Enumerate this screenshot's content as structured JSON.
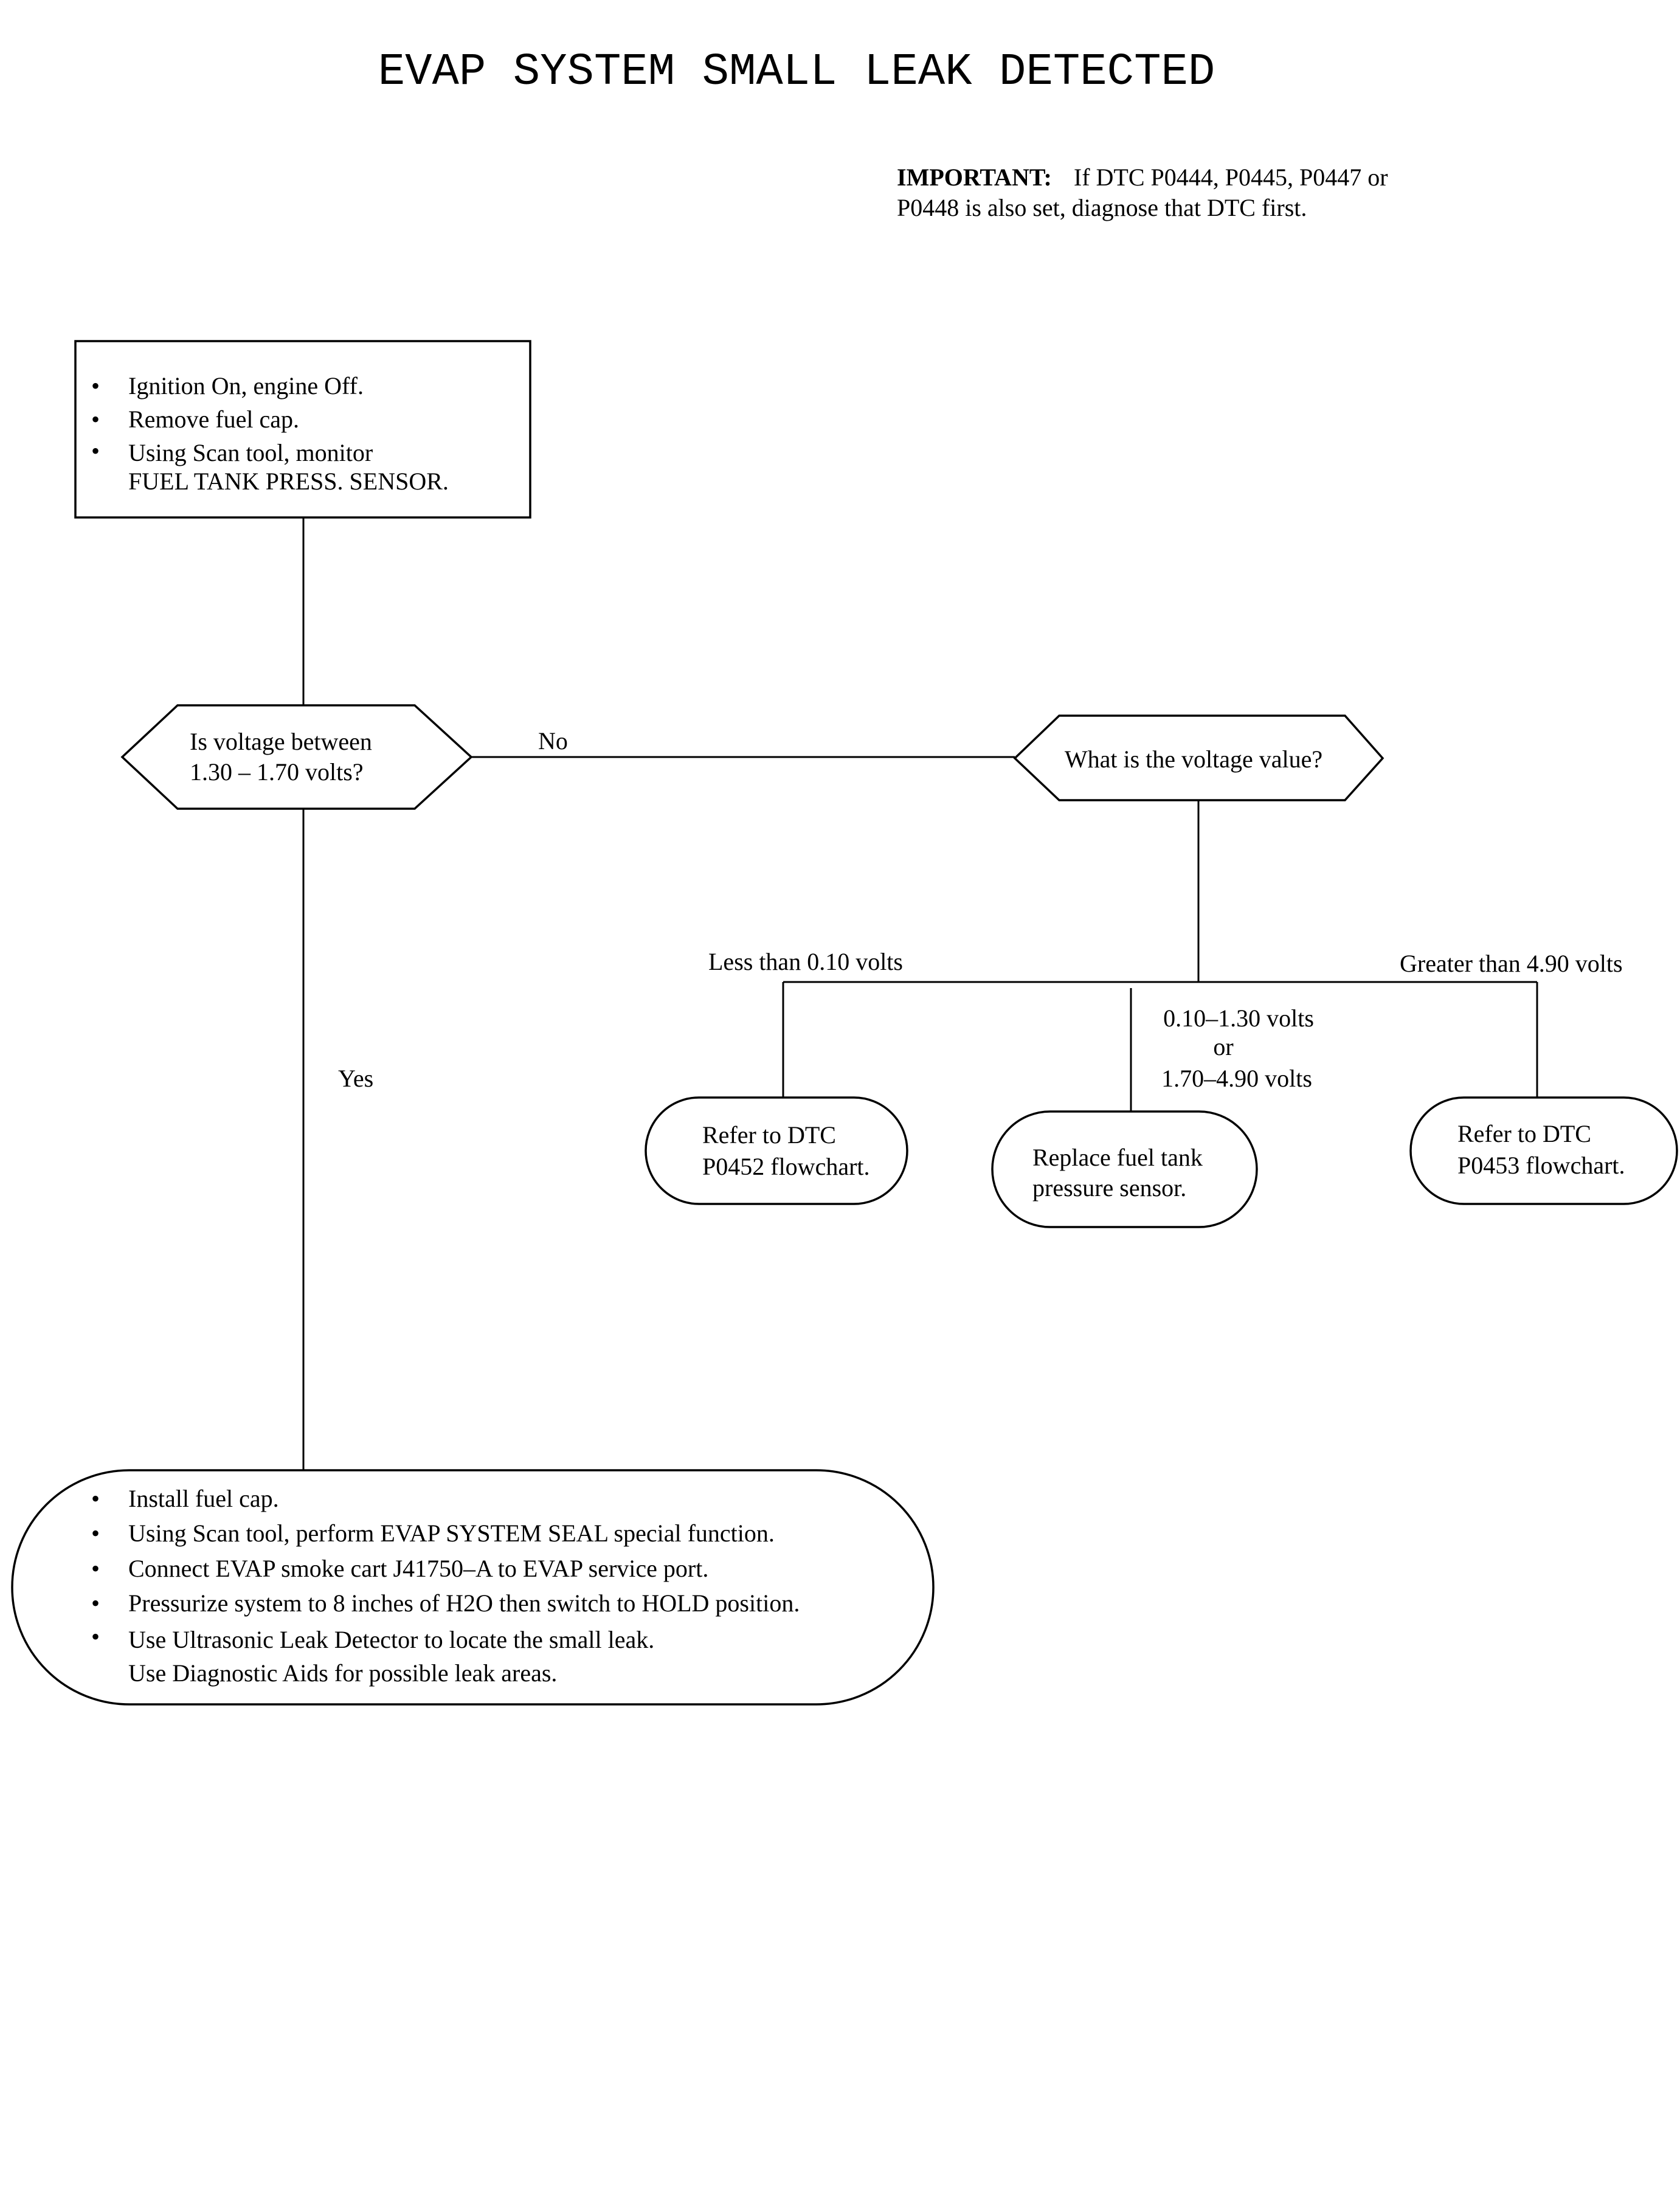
{
  "title": "EVAP SYSTEM SMALL LEAK DETECTED",
  "important": {
    "label": "IMPORTANT:",
    "line1": "If DTC P0444, P0445, P0447 or",
    "line2": "P0448 is also set, diagnose that DTC first."
  },
  "step1": {
    "bullets": [
      "Ignition On, engine Off.",
      "Remove fuel cap.",
      "Using Scan tool, monitor",
      "FUEL TANK PRESS. SENSOR."
    ]
  },
  "decision1": {
    "line1": "Is voltage between",
    "line2": "1.30 – 1.70 volts?"
  },
  "label_no": "No",
  "label_yes": "Yes",
  "decision2": {
    "text": "What is the voltage value?"
  },
  "branches": {
    "low_label": "Less than 0.10 volts",
    "mid_line1": "0.10–1.30 volts",
    "mid_line2": "or",
    "mid_line3": "1.70–4.90 volts",
    "high_label": "Greater than 4.90 volts"
  },
  "result_low": {
    "line1": "Refer to DTC",
    "line2": "P0452 flowchart."
  },
  "result_mid": {
    "line1": "Replace fuel tank",
    "line2": "pressure sensor."
  },
  "result_high": {
    "line1": "Refer to DTC",
    "line2": "P0453 flowchart."
  },
  "step_final": {
    "bullets": [
      "Install fuel cap.",
      "Using Scan tool, perform EVAP SYSTEM SEAL special function.",
      "Connect EVAP smoke cart J41750–A to EVAP service port.",
      "Pressurize system to 8 inches of H2O then switch to HOLD position.",
      "Use Ultrasonic Leak Detector to locate the small leak.",
      "Use Diagnostic Aids for possible leak areas."
    ]
  }
}
